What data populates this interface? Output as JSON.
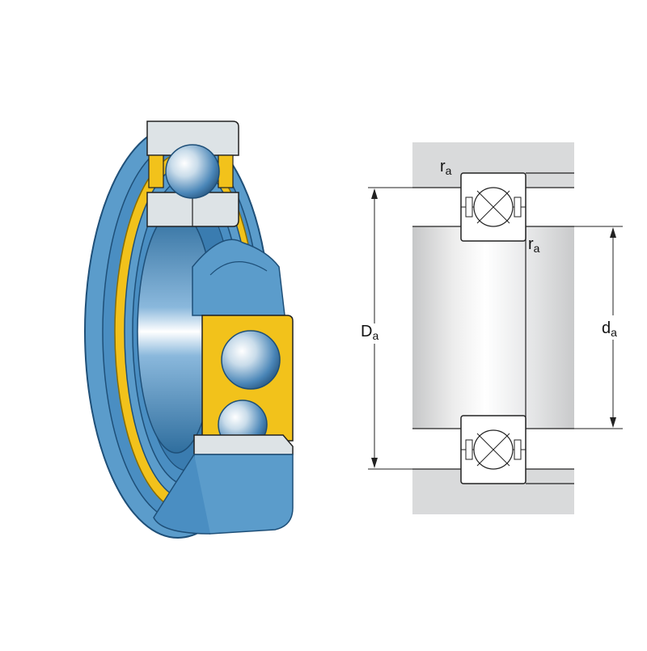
{
  "colors": {
    "background": "#ffffff",
    "bearing_blue": "#5b9ccb",
    "bearing_blue_dark": "#2f6e9e",
    "cage_yellow": "#f2c21b",
    "ring_grey": "#dde3e6",
    "housing_grey": "#d9dadb",
    "line": "#222222"
  },
  "labels": {
    "ra_top": {
      "main": "r",
      "sub": "a"
    },
    "ra_mid": {
      "main": "r",
      "sub": "a"
    },
    "Da": {
      "main": "D",
      "sub": "a"
    },
    "da": {
      "main": "d",
      "sub": "a"
    }
  }
}
